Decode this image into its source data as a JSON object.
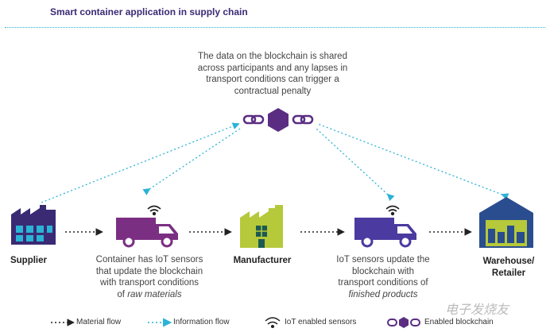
{
  "title": "Smart container application in supply chain",
  "top_note": {
    "line1": "The data on the blockchain is shared",
    "line2": "across participants and any lapses in",
    "line3": "transport conditions can trigger a",
    "line4": "contractual penalty"
  },
  "nodes": {
    "supplier": "Supplier",
    "manufacturer": "Manufacturer",
    "warehouse_line1": "Warehouse/",
    "warehouse_line2": "Retailer"
  },
  "truck1": {
    "line1": "Container has IoT sensors",
    "line2": "that update the blockchain",
    "line3": "with transport conditions",
    "line4_prefix": "of ",
    "line4_italic": "raw materials"
  },
  "truck2": {
    "line1": "IoT sensors update the",
    "line2": "blockchain with",
    "line3": "transport conditions of",
    "line4_italic": "finished products"
  },
  "legend": {
    "material_flow": "Material flow",
    "information_flow": "Information flow",
    "iot_sensors": "IoT enabled sensors",
    "blockchain": "Enabled blockchain"
  },
  "watermark": "电子发烧友",
  "colors": {
    "title": "#3a2a74",
    "info_flow": "#2bb3d6",
    "purple": "#5a2d82",
    "truck_magenta": "#7b2f83",
    "truck_indigo": "#4b3aa0",
    "lime": "#b5c93a",
    "navy": "#2a4d8f"
  }
}
